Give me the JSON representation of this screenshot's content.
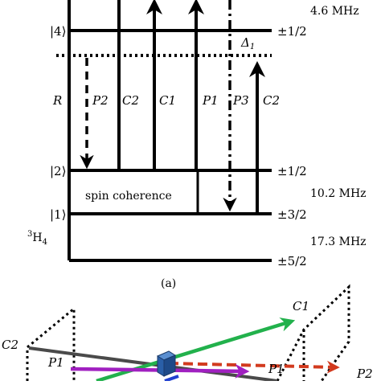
{
  "energy_levels": {
    "level4": "|4⟩",
    "level2": "|2⟩",
    "level1": "|1⟩",
    "manifold": "3H4",
    "manifold_sup": "3",
    "manifold_base": "H",
    "manifold_sub": "4"
  },
  "spin_labels": {
    "s4": "±1/2",
    "s2": "±1/2",
    "s1": "±3/2",
    "s0": "±5/2"
  },
  "splittings": {
    "top": "4.6 MHz",
    "middle": "10.2 MHz",
    "bottom": "17.3 MHz"
  },
  "detuning_label": "Δ",
  "detuning_sub": "1",
  "transitions": [
    "R",
    "P2",
    "C2",
    "C1",
    "P1",
    "P3",
    "C2"
  ],
  "spin_coherence_label": "spin coherence",
  "subfigure_label": "(a)",
  "beam_labels": {
    "c2_left": "C2",
    "p1_left": "P1",
    "c1_right": "C1",
    "p1_right": "P1",
    "p2_right": "P2"
  },
  "colors": {
    "line": "#000000",
    "green_beam": "#22b14c",
    "red_beam": "#d23a1e",
    "purple_beam": "#a020c0",
    "blue_beam": "#2040d0",
    "gray_beam": "#505050",
    "crystal": "#2a5fa8"
  }
}
